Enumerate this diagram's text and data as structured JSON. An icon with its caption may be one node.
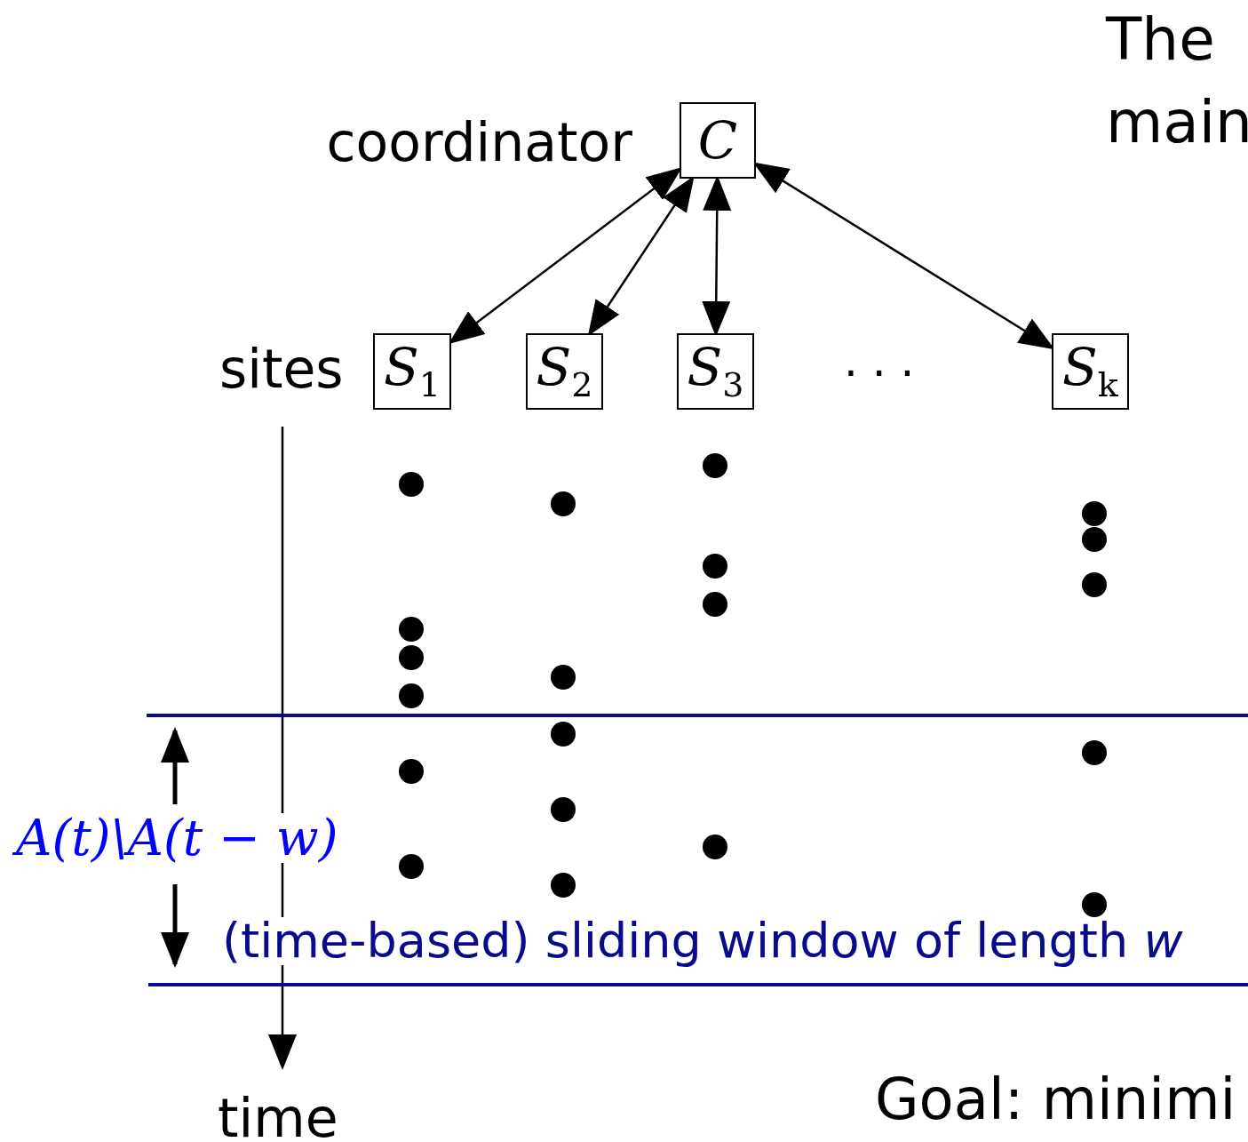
{
  "diagram": {
    "nodes": [
      {
        "text": [
          "C"
        ],
        "beside": [
          "coordinator"
        ]
      },
      {
        "text": [
          "S$_{1}$"
        ]
      },
      {
        "text": [
          "S$_{2}$"
        ]
      },
      {
        "text": [
          "S$_{3}$"
        ]
      },
      {
        "text": [
          "S$_{k}$"
        ]
      }
    ],
    "edges": [
      {
        "from": 0,
        "to": 1,
        "arrow": "both"
      },
      {
        "from": 0,
        "to": 2,
        "arrow": "both"
      },
      {
        "from": 0,
        "to": 3,
        "arrow": "both"
      },
      {
        "from": 0,
        "to": 4,
        "arrow": "both"
      }
    ],
    "labels": [
      "The",
      "main",
      "sites",
      "· · ·",
      "A(t)\\A(t − w)",
      "(time-based) sliding window of length *w*",
      "time",
      "Goal: minimi"
    ]
  }
}
